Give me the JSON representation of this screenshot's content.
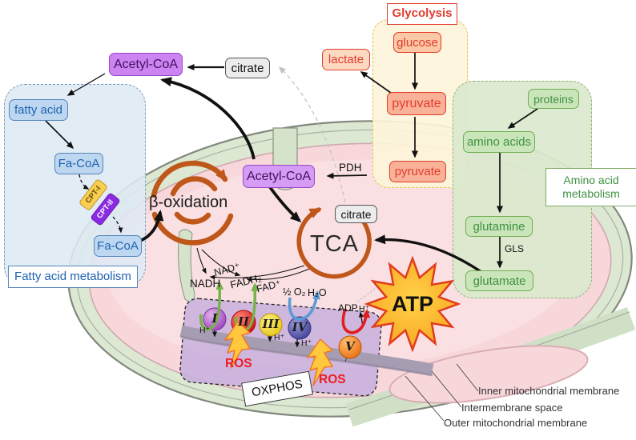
{
  "labels": {
    "glycolysis_title": "Glycolysis",
    "glucose": "glucose",
    "lactate": "lactate",
    "pyruvate_cytosol": "pyruvate",
    "pyruvate_mito": "pyruvate",
    "acetyl_coa_cytosol": "Acetyl-CoA",
    "acetyl_coa_mito": "Acetyl-CoA",
    "citrate_cytosol": "citrate",
    "citrate_mito": "citrate",
    "pdh": "PDH",
    "tca": "TCA",
    "beta_oxidation": "β-oxidation",
    "fatty_acid": "fatty acid",
    "fa_coa_cytosol": "Fa-CoA",
    "fa_coa_mito": "Fa-CoA",
    "cpt1": "CPT-I",
    "cpt2": "CPT-II",
    "fatty_acid_panel": "Fatty acid metabolism",
    "proteins": "proteins",
    "amino_acids": "amino acids",
    "glutamine": "glutamine",
    "gls": "GLS",
    "glutamate": "glutamate",
    "amino_acid_panel_line1": "Amino acid",
    "amino_acid_panel_line2": "metabolism",
    "oxphos": "OXPHOS",
    "nadh": "NADH",
    "nad_plus": "NAD⁺",
    "fadh2": "FADH₂",
    "fad_plus": "FAD⁺",
    "half_o2": "½ O₂",
    "h2o": "H₂O",
    "adp": "ADP",
    "h_plus": "H⁺",
    "ros": "ROS",
    "atp": "ATP",
    "complexes": [
      "I",
      "II",
      "III",
      "IV",
      "V"
    ],
    "inner_membrane": "Inner mitochondrial membrane",
    "intermembrane_space": "Intermembrane space",
    "outer_membrane": "Outer mitochondrial membrane"
  },
  "colors": {
    "cycle_orange": "#c0571a",
    "purple_node": "#cb84f1",
    "red_node_border": "#e23b2e",
    "green_node_border": "#6fae54",
    "blue_node_border": "#5585bb",
    "ros_red": "#ed1c24",
    "atp_yellow": "#ffb81f",
    "lightning_yellow": "#ffc83d",
    "oxphos_panel_purple": "#cdb9de",
    "membrane_green": "#dce8d2",
    "matrix_pink": "#f8d7db",
    "complex_colors": [
      "#9c46bd",
      "#d40f0f",
      "#e8c81e",
      "#44449a",
      "#ec7012"
    ]
  }
}
